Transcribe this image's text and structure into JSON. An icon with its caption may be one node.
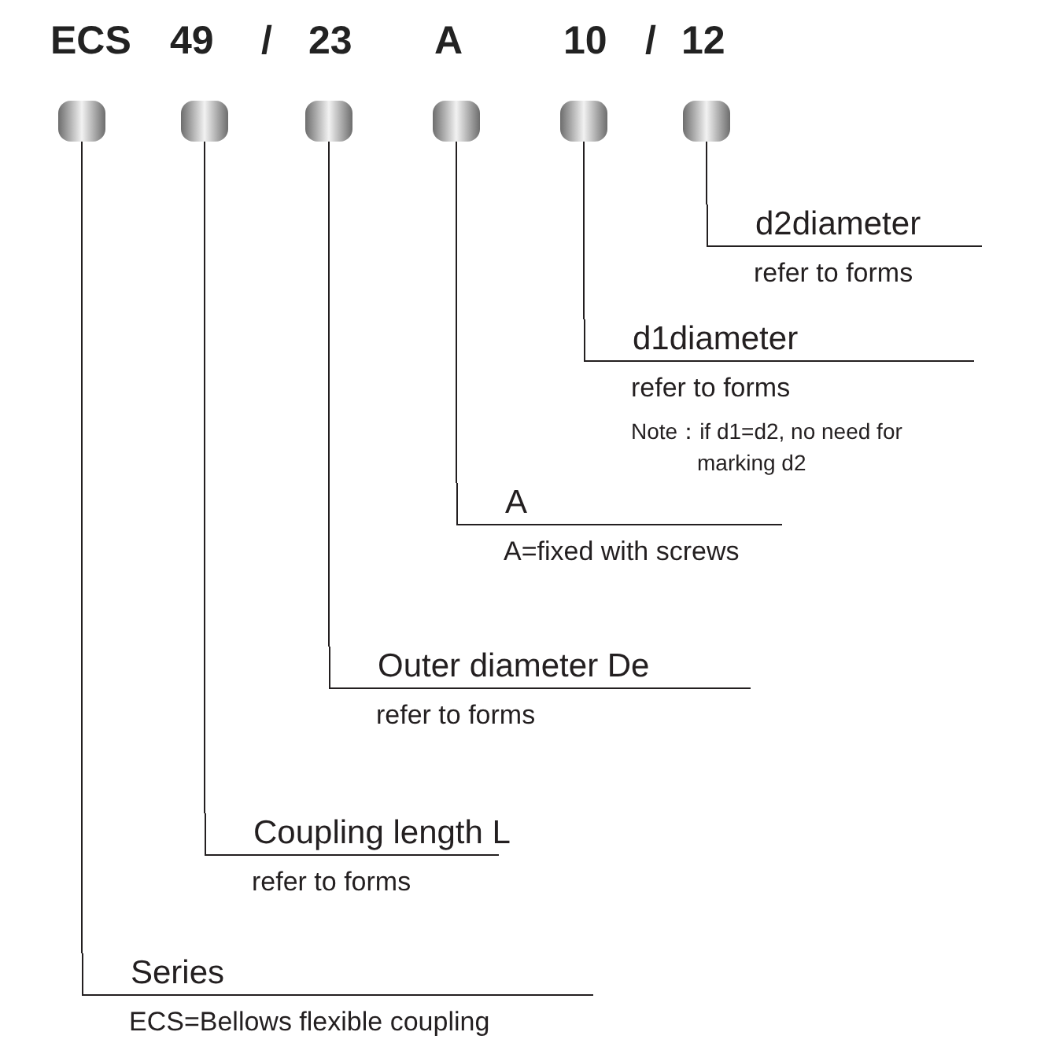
{
  "diagram": {
    "nodes": [
      {
        "text": [],
        "shape": "box"
      },
      {
        "text": [],
        "shape": "box"
      },
      {
        "text": [],
        "shape": "box"
      },
      {
        "text": [],
        "shape": "box"
      },
      {
        "text": [],
        "shape": "box"
      },
      {
        "text": [],
        "shape": "box"
      },
      {
        "text": [
          "d2diameter",
          "refer to forms"
        ]
      },
      {
        "text": [
          "d1diameter",
          "refer to forms",
          "Note：if d1=d2, no need for marking d2"
        ]
      },
      {
        "text": [
          "A",
          "A=fixed with screws"
        ]
      },
      {
        "text": [
          "Outer diameter De",
          "refer to forms"
        ]
      },
      {
        "text": [
          "Coupling length L",
          "refer to forms"
        ]
      },
      {
        "text": [
          "Series",
          "ECS=Bellows flexible coupling"
        ]
      }
    ],
    "edges": [
      {
        "from": 5,
        "to": 6,
        "arrow": "none"
      },
      {
        "from": 4,
        "to": 7,
        "arrow": "none"
      },
      {
        "from": 3,
        "to": 8,
        "arrow": "none"
      },
      {
        "from": 2,
        "to": 9,
        "arrow": "none"
      },
      {
        "from": 1,
        "to": 10,
        "arrow": "none"
      },
      {
        "from": 0,
        "to": 11,
        "arrow": "none"
      }
    ],
    "labels": [
      "ECS",
      "49",
      "/",
      "23",
      "A",
      "10",
      "/",
      "12"
    ]
  }
}
